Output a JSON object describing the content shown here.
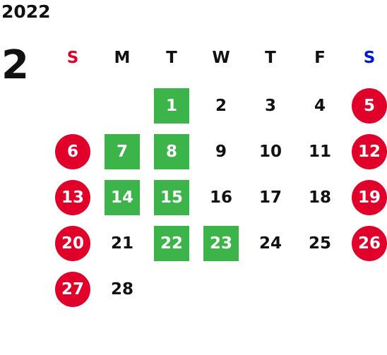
{
  "calendar": {
    "year": "2022",
    "month": "2",
    "colors": {
      "sunday_header": "#e0002a",
      "saturday_header": "#0018d8",
      "weekday_header": "#111111",
      "holiday_circle": "#e0002a",
      "special_day_square": "#3cb44a",
      "normal_day_text": "#111111"
    },
    "weekdays": [
      {
        "label": "S",
        "kind": "sunday"
      },
      {
        "label": "M",
        "kind": "weekday"
      },
      {
        "label": "T",
        "kind": "weekday"
      },
      {
        "label": "W",
        "kind": "weekday"
      },
      {
        "label": "T",
        "kind": "weekday"
      },
      {
        "label": "F",
        "kind": "weekday"
      },
      {
        "label": "S",
        "kind": "saturday"
      }
    ],
    "first_weekday_index": 2,
    "days": [
      {
        "day": "1",
        "style": "special"
      },
      {
        "day": "2",
        "style": "normal"
      },
      {
        "day": "3",
        "style": "normal"
      },
      {
        "day": "4",
        "style": "normal"
      },
      {
        "day": "5",
        "style": "holiday"
      },
      {
        "day": "6",
        "style": "holiday"
      },
      {
        "day": "7",
        "style": "special"
      },
      {
        "day": "8",
        "style": "special"
      },
      {
        "day": "9",
        "style": "normal"
      },
      {
        "day": "10",
        "style": "normal"
      },
      {
        "day": "11",
        "style": "normal"
      },
      {
        "day": "12",
        "style": "holiday"
      },
      {
        "day": "13",
        "style": "holiday"
      },
      {
        "day": "14",
        "style": "special"
      },
      {
        "day": "15",
        "style": "special"
      },
      {
        "day": "16",
        "style": "normal"
      },
      {
        "day": "17",
        "style": "normal"
      },
      {
        "day": "18",
        "style": "normal"
      },
      {
        "day": "19",
        "style": "holiday"
      },
      {
        "day": "20",
        "style": "holiday"
      },
      {
        "day": "21",
        "style": "normal"
      },
      {
        "day": "22",
        "style": "special"
      },
      {
        "day": "23",
        "style": "special"
      },
      {
        "day": "24",
        "style": "normal"
      },
      {
        "day": "25",
        "style": "normal"
      },
      {
        "day": "26",
        "style": "holiday"
      },
      {
        "day": "27",
        "style": "holiday"
      },
      {
        "day": "28",
        "style": "normal"
      }
    ]
  }
}
